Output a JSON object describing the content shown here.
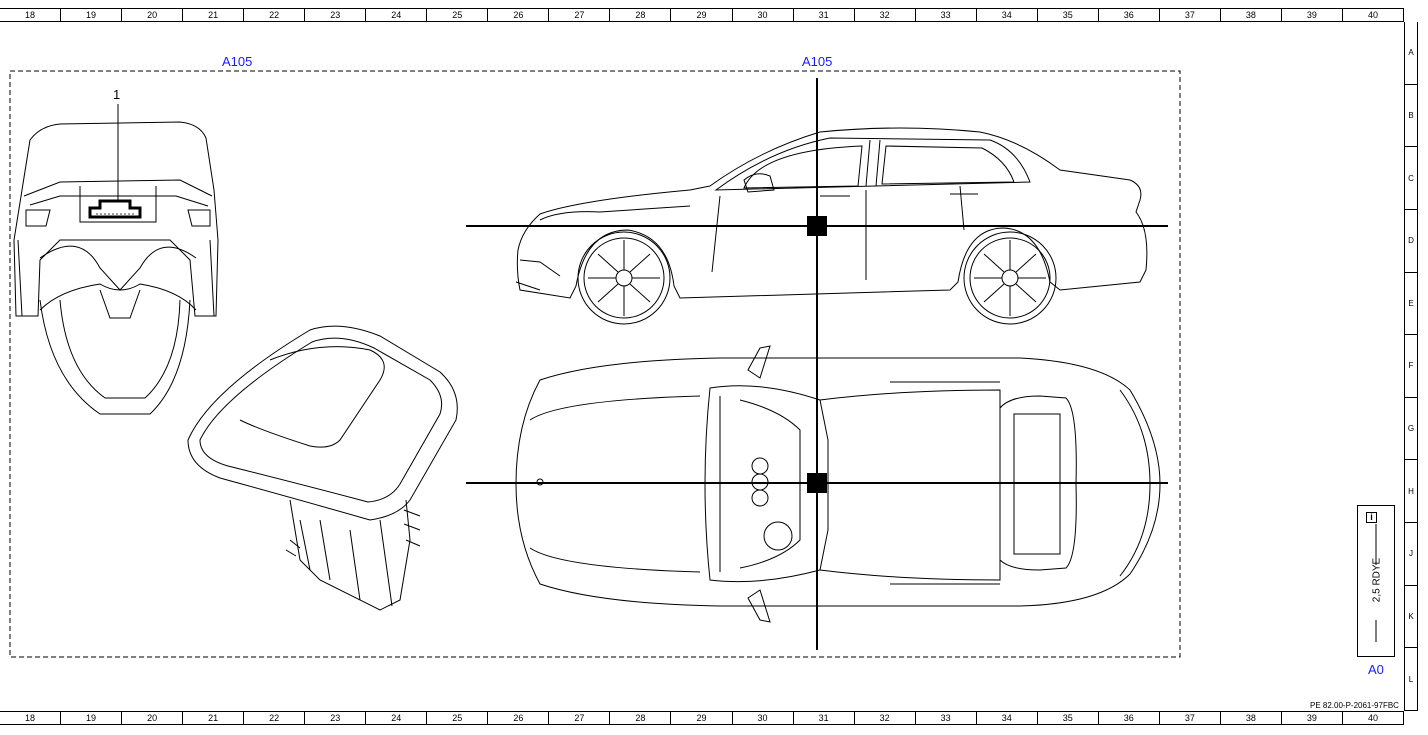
{
  "grid": {
    "columns": [
      "18",
      "19",
      "20",
      "21",
      "22",
      "23",
      "24",
      "25",
      "26",
      "27",
      "28",
      "29",
      "30",
      "31",
      "32",
      "33",
      "34",
      "35",
      "36",
      "37",
      "38",
      "39",
      "40"
    ],
    "rows": [
      "A",
      "B",
      "C",
      "D",
      "E",
      "F",
      "G",
      "H",
      "J",
      "K",
      "L"
    ]
  },
  "labels": {
    "area_left": "A105",
    "area_right": "A105",
    "callout_1": "1",
    "info_box_text": "2,5 RDYE",
    "info_box_id": "A0",
    "reference_code": "PE 82.00-P-2061-97FBC"
  },
  "icons": {
    "info": "info-icon"
  },
  "colors": {
    "label_blue": "#1a1aff",
    "line": "#000000"
  }
}
